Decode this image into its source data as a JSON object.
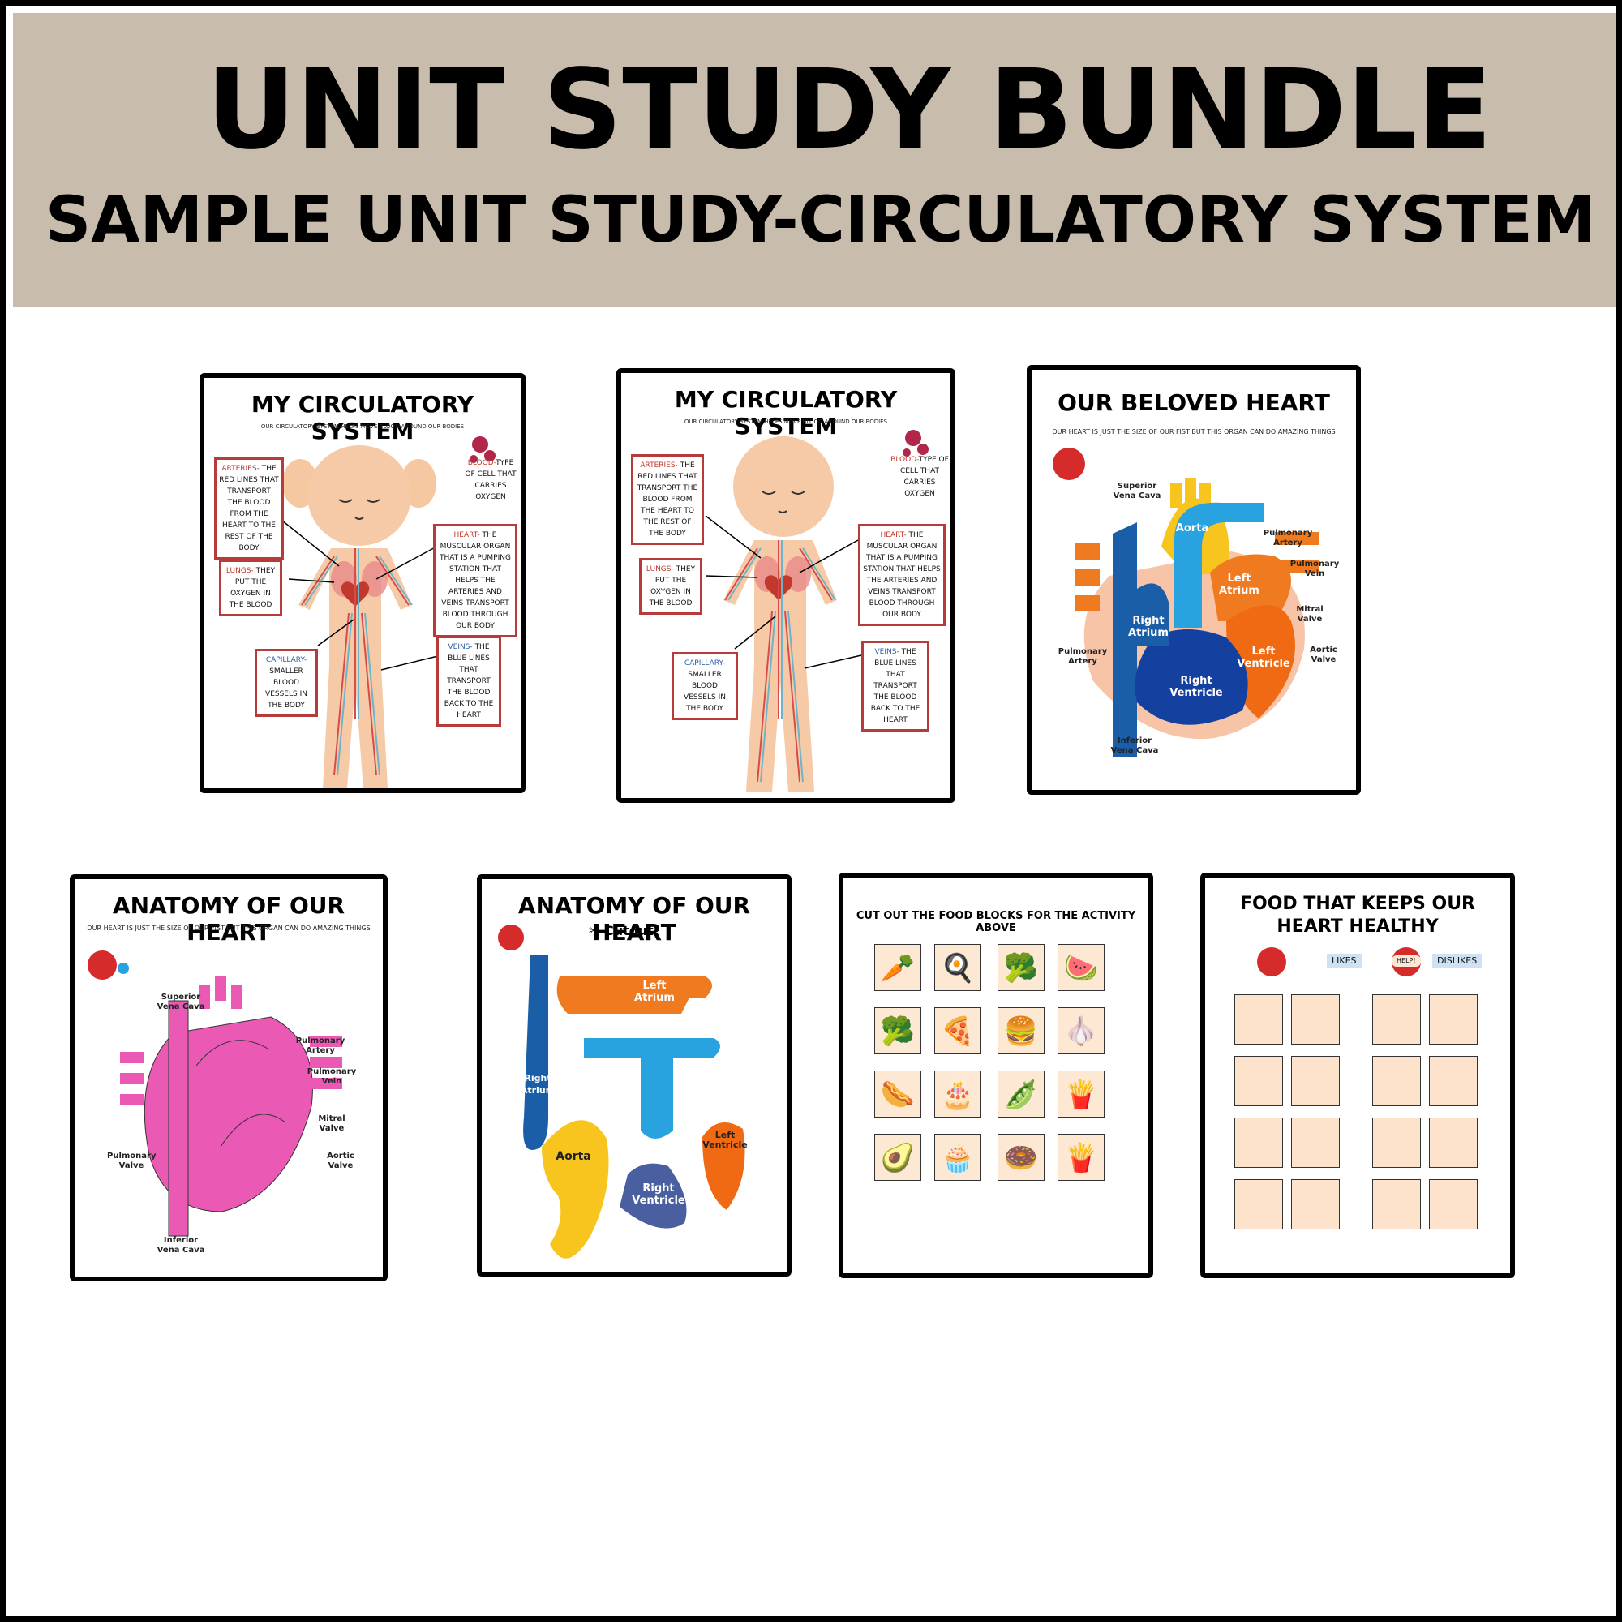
{
  "header": {
    "title": "UNIT STUDY BUNDLE",
    "subtitle": "SAMPLE UNIT STUDY-CIRCULATORY SYSTEM"
  },
  "colors": {
    "banner": "#c8bcac",
    "box_border": "#b83b3b",
    "label_red": "#c0392b",
    "label_blue": "#2a5fa5",
    "heart_pink": "#ea5ab5",
    "food_tile": "#fde8d4"
  },
  "circulatory": {
    "title": "MY CIRCULATORY SYSTEM",
    "subtitle": "OUR CIRCULATORY SYSTEM HELPS MOVE BLOOD AROUND OUR BODIES",
    "arteries_key": "ARTERIES-",
    "arteries_text": "THE RED LINES THAT TRANSPORT THE BLOOD FROM THE HEART TO THE REST OF THE BODY",
    "blood_key": "BLOOD-",
    "blood_text": "TYPE OF CELL THAT CARRIES OXYGEN",
    "heart_key": "HEART-",
    "heart_text": "THE MUSCULAR ORGAN THAT IS A PUMPING STATION THAT HELPS THE ARTERIES AND VEINS TRANSPORT BLOOD THROUGH OUR BODY",
    "lungs_key": "LUNGS-",
    "lungs_text": "THEY PUT THE OXYGEN IN THE BLOOD",
    "capillary_key": "CAPILLARY-",
    "capillary_text": "SMALLER BLOOD VESSELS IN THE BODY",
    "veins_key": "VEINS-",
    "veins_text": "THE BLUE LINES THAT TRANSPORT THE BLOOD BACK TO THE HEART"
  },
  "beloved_heart": {
    "title": "OUR BELOVED HEART",
    "subtitle": "OUR HEART IS JUST THE SIZE OF OUR FIST BUT THIS ORGAN CAN DO AMAZING THINGS",
    "labels": {
      "superior_vena_cava": "Superior Vena Cava",
      "aorta": "Aorta",
      "pulmonary_artery": "Pulmonary Artery",
      "pulmonary_vein": "Pulmonary Vein",
      "left_atrium": "Left Atrium",
      "mitral_valve": "Mitral Valve",
      "right_atrium": "Right Atrium",
      "left_ventricle": "Left Ventricle",
      "aortic_valve": "Aortic Valve",
      "pulmonary_artery_left": "Pulmonary Artery",
      "right_ventricle": "Right Ventricle",
      "inferior_vena_cava": "Inferior Vena Cava"
    }
  },
  "anatomy": {
    "title": "ANATOMY OF OUR HEART",
    "subtitle": "OUR HEART IS JUST THE SIZE OF OUR FIST BUT THIS ORGAN CAN DO AMAZING THINGS",
    "labels": {
      "superior_vena_cava": "Superior Vena Cava",
      "pulmonary_artery": "Pulmonary Artery",
      "pulmonary_vein": "Pulmonary Vein",
      "mitral_valve": "Mitral Valve",
      "pulmonary_valve": "Pulmonary Valve",
      "aortic_valve": "Aortic Valve",
      "inferior_vena_cava": "Inferior Vena Cava"
    }
  },
  "cutout": {
    "title": "ANATOMY OF OUR HEART",
    "cutout_label": "Cutout",
    "scissors_icon": "✂",
    "pieces": {
      "left_atrium": "Left Atrium",
      "right_atrium": "Right Atrium",
      "aorta": "Aorta",
      "left_ventricle": "Left Ventricle",
      "right_ventricle": "Right Ventricle"
    }
  },
  "food_blocks": {
    "title": "CUT OUT THE FOOD BLOCKS FOR THE ACTIVITY ABOVE",
    "items": [
      "🥕",
      "🍳",
      "🥦",
      "🍉",
      "🥦",
      "🍕",
      "🍔",
      "🧄",
      "🌭",
      "🎂",
      "🫛",
      "🍟",
      "🥑",
      "🧁",
      "🍩",
      "🍟"
    ]
  },
  "healthy_food": {
    "title_line1": "FOOD THAT KEEPS OUR",
    "title_line2": "HEART HEALTHY",
    "likes": "LIKES",
    "dislikes": "DISLIKES",
    "help": "HELP!"
  }
}
